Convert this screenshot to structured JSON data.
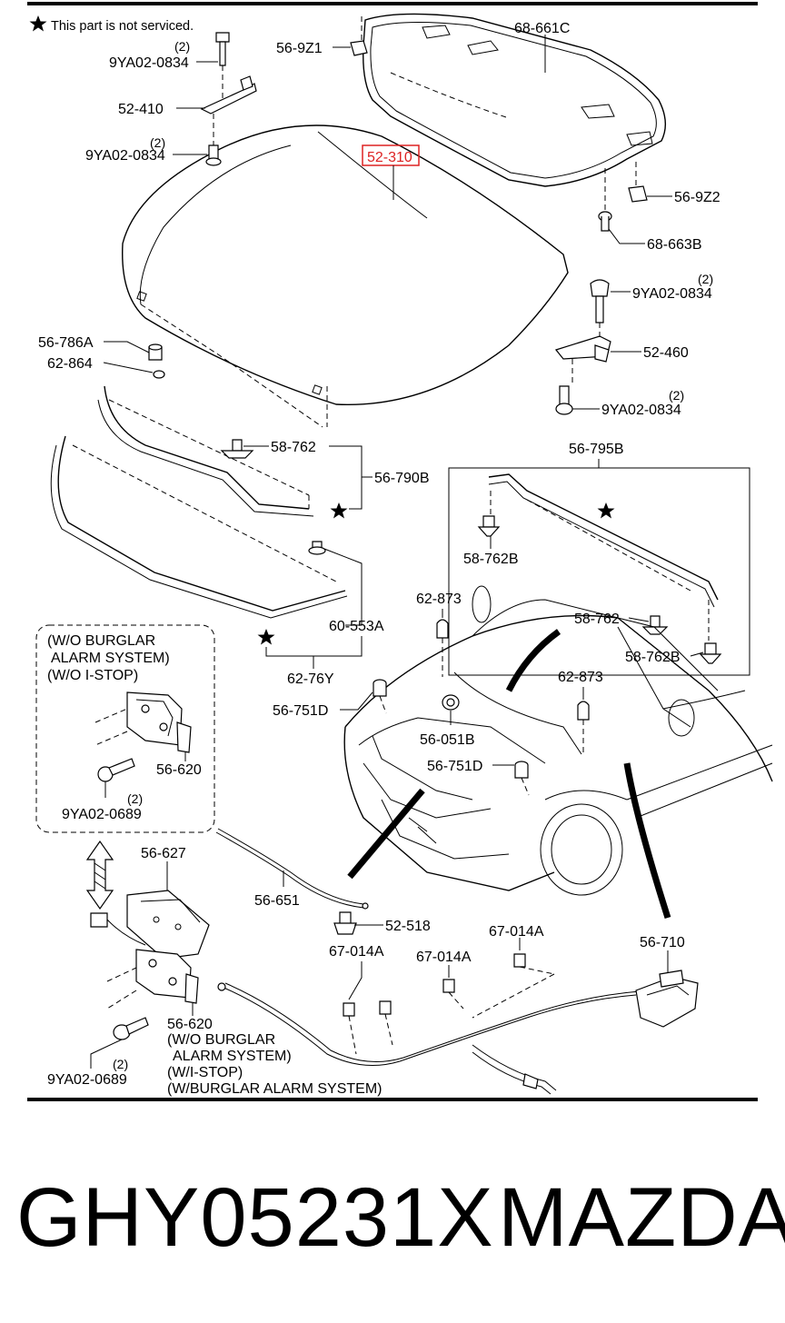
{
  "note": "This part is not serviced.",
  "highlight_color": "#dd2222",
  "parts": {
    "p52_310": "52-310",
    "p68_661C": "68-661C",
    "p56_9Z1": "56-9Z1",
    "p56_9Z2": "56-9Z2",
    "p68_663B": "68-663B",
    "p52_410": "52-410",
    "p52_460": "52-460",
    "p56_786A": "56-786A",
    "p62_864": "62-864",
    "p58_762_a": "58-762",
    "p56_790B": "56-790B",
    "p56_795B": "56-795B",
    "p58_762B_a": "58-762B",
    "p58_762_b": "58-762",
    "p58_762B_b": "58-762B",
    "p60_553A": "60-553A",
    "p62_76Y": "62-76Y",
    "p62_873_a": "62-873",
    "p62_873_b": "62-873",
    "p56_751D_a": "56-751D",
    "p56_751D_b": "56-751D",
    "p56_051B": "56-051B",
    "p56_620_a": "56-620",
    "p56_627": "56-627",
    "p56_651": "56-651",
    "p52_518": "52-518",
    "p67_014A_a": "67-014A",
    "p67_014A_b": "67-014A",
    "p67_014A_c": "67-014A",
    "p56_710": "56-710",
    "p56_620_b": "56-620",
    "bolt_a": "9YA02-0834",
    "bolt_b": "9YA02-0834",
    "bolt_c": "9YA02-0834",
    "bolt_d": "9YA02-0834",
    "bolt_e": "9YA02-0689",
    "bolt_f": "9YA02-0689"
  },
  "quantities": {
    "q_a": "(2)",
    "q_b": "(2)",
    "q_c": "(2)",
    "q_d": "(2)",
    "q_e": "(2)",
    "q_f": "(2)"
  },
  "variant_box": {
    "line1": "(W/O BURGLAR",
    "line2": "ALARM SYSTEM)",
    "line3": "(W/O I-STOP)"
  },
  "variant_notes": {
    "line1": "(W/O BURGLAR",
    "line2": "ALARM SYSTEM)",
    "line3": "(W/I-STOP)",
    "line4": "(W/BURGLAR ALARM SYSTEM)"
  },
  "footer": {
    "part_number": "GHY05231X",
    "brand": "MAZDA"
  }
}
